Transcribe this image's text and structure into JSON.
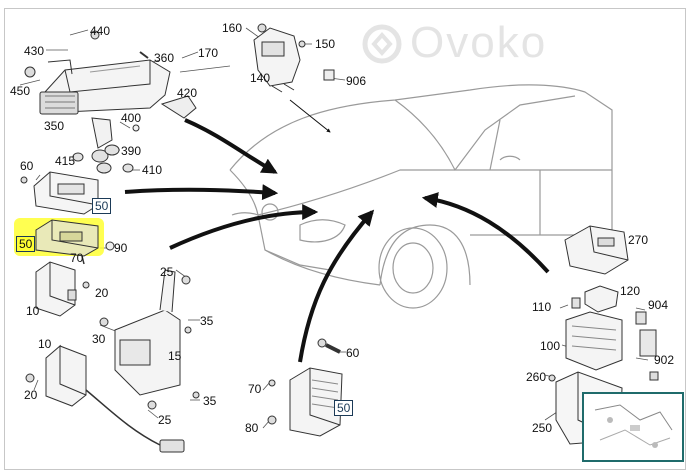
{
  "watermark": {
    "text": "Ovoko"
  },
  "highlight_color": "#ffff33",
  "part_labels": {
    "p440": "440",
    "p430": "430",
    "p450": "450",
    "p360": "360",
    "p350": "350",
    "p170": "170",
    "p420": "420",
    "p160": "160",
    "p150": "150",
    "p140": "140",
    "p906": "906",
    "p400": "400",
    "p390": "390",
    "p415": "415",
    "p410": "410",
    "p60a": "60",
    "p50a": "50",
    "p50b": "50",
    "p70a": "70",
    "p90": "90",
    "p25": "25",
    "p20a": "20",
    "p10a": "10",
    "p35a": "35",
    "p30": "30",
    "p15": "15",
    "p10b": "10",
    "p20b": "20",
    "p35b": "35",
    "p25b": "25",
    "p60b": "60",
    "p70b": "70",
    "p50c": "50",
    "p80": "80",
    "p270": "270",
    "p110": "110",
    "p120": "120",
    "p904": "904",
    "p100": "100",
    "p902": "902",
    "p260": "260",
    "p250": "250"
  }
}
